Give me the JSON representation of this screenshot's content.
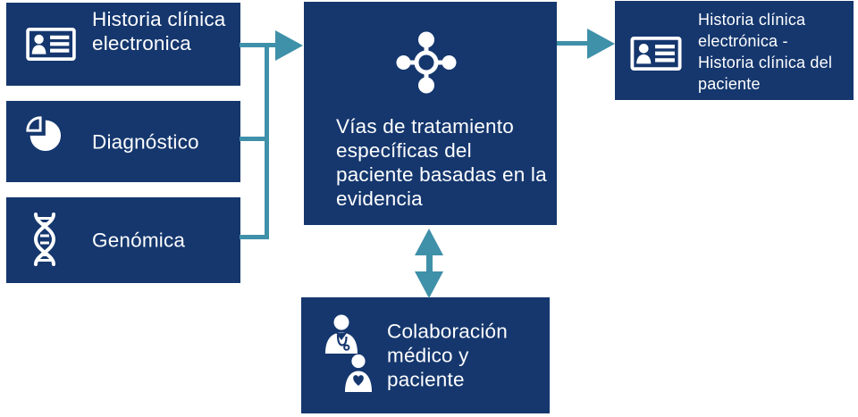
{
  "colors": {
    "box_navy": "#15376E",
    "arrow_teal": "#3F90A9",
    "text_white": "#FFFFFF"
  },
  "diagram": {
    "inputs": [
      {
        "id": "ehr",
        "label": "Historia clínica electronica",
        "icon": "id-card-icon"
      },
      {
        "id": "diagnostico",
        "label": "Diagnóstico",
        "icon": "pie-chart-icon"
      },
      {
        "id": "genomica",
        "label": "Genómica",
        "icon": "dna-icon"
      }
    ],
    "center": {
      "label": "Vías de tratamiento específicas del paciente basadas en la evidencia",
      "icon": "network-icon"
    },
    "output": {
      "label": "Historia clínica electrónica - Historia clínica del paciente",
      "icon": "id-card-icon"
    },
    "collaboration": {
      "label": "Colaboración médico y paciente",
      "icon": "doctor-patient-icon"
    }
  }
}
